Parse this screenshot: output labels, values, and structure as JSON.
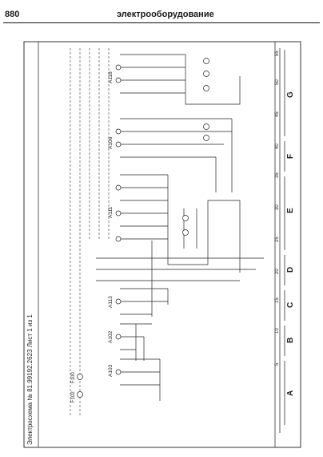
{
  "header": {
    "page_number": "880",
    "title": "электрооборудование"
  },
  "sheet": {
    "caption": "Электросхема № 81.99192.2623  Лист 1 из 1"
  },
  "zones": [
    "A",
    "B",
    "C",
    "D",
    "E",
    "F",
    "G"
  ],
  "grid_numbers": [
    "5",
    "10",
    "15",
    "20",
    "25",
    "30",
    "35",
    "40",
    "45",
    "50",
    "55"
  ],
  "connectors": [
    "A103",
    "A102",
    "A113",
    "A111",
    "A106",
    "A118"
  ],
  "fuses": [
    "F100",
    "F102"
  ]
}
